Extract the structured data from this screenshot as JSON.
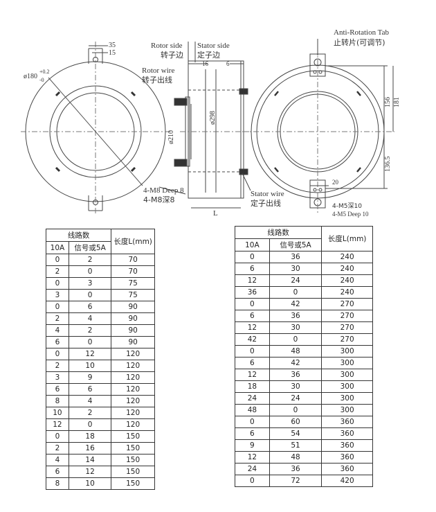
{
  "drawing": {
    "front": {
      "dia_outer": "ø180",
      "tol_plus": "+0.2",
      "tol_minus": "-0",
      "dim_35": "35",
      "dim_15": "15"
    },
    "side": {
      "rotor_side_en": "Rotor side",
      "rotor_side_zh": "转子边",
      "stator_side_en": "Stator side",
      "stator_side_zh": "定子边",
      "rotor_wire_en": "Rotor wire",
      "rotor_wire_zh": "转子出线",
      "dim_16": "16",
      "dim_6": "6",
      "dia_210": "ø210",
      "dia_298": "ø298",
      "m8_en": "4-M8 Deep 8",
      "m8_zh": "4-M8深8",
      "length": "L",
      "stator_wire_en": "Stator wire",
      "stator_wire_zh": "定子出线"
    },
    "back": {
      "tab_en": "Anti-Rotation Tab",
      "tab_zh": "止转片(可调节)",
      "dim_156": "156",
      "dim_181": "181",
      "dim_136": "136.5",
      "dim_20": "20",
      "m5_zh": "4-M5深10",
      "m5_en": "4-M5 Deep 10"
    }
  },
  "table_left": {
    "header_group": "线路数",
    "header_length": "长度L(mm)",
    "header_10a": "10A",
    "header_signal": "信号或5A",
    "rows": [
      [
        "0",
        "2",
        "70"
      ],
      [
        "2",
        "0",
        "70"
      ],
      [
        "0",
        "3",
        "75"
      ],
      [
        "3",
        "0",
        "75"
      ],
      [
        "0",
        "6",
        "90"
      ],
      [
        "2",
        "4",
        "90"
      ],
      [
        "4",
        "2",
        "90"
      ],
      [
        "6",
        "0",
        "90"
      ],
      [
        "0",
        "12",
        "120"
      ],
      [
        "2",
        "10",
        "120"
      ],
      [
        "3",
        "9",
        "120"
      ],
      [
        "6",
        "6",
        "120"
      ],
      [
        "8",
        "4",
        "120"
      ],
      [
        "10",
        "2",
        "120"
      ],
      [
        "12",
        "0",
        "120"
      ],
      [
        "0",
        "18",
        "150"
      ],
      [
        "2",
        "16",
        "150"
      ],
      [
        "4",
        "14",
        "150"
      ],
      [
        "6",
        "12",
        "150"
      ],
      [
        "8",
        "10",
        "150"
      ]
    ]
  },
  "table_right": {
    "header_group": "线路数",
    "header_length": "长度L(mm)",
    "header_10a": "10A",
    "header_signal": "信号或5A",
    "rows": [
      [
        "0",
        "36",
        "240"
      ],
      [
        "6",
        "30",
        "240"
      ],
      [
        "12",
        "24",
        "240"
      ],
      [
        "36",
        "0",
        "240"
      ],
      [
        "0",
        "42",
        "270"
      ],
      [
        "6",
        "36",
        "270"
      ],
      [
        "12",
        "30",
        "270"
      ],
      [
        "42",
        "0",
        "270"
      ],
      [
        "0",
        "48",
        "300"
      ],
      [
        "6",
        "42",
        "300"
      ],
      [
        "12",
        "36",
        "300"
      ],
      [
        "18",
        "30",
        "300"
      ],
      [
        "24",
        "24",
        "300"
      ],
      [
        "48",
        "0",
        "300"
      ],
      [
        "0",
        "60",
        "360"
      ],
      [
        "6",
        "54",
        "360"
      ],
      [
        "9",
        "51",
        "360"
      ],
      [
        "12",
        "48",
        "360"
      ],
      [
        "24",
        "36",
        "360"
      ],
      [
        "0",
        "72",
        "420"
      ]
    ]
  }
}
